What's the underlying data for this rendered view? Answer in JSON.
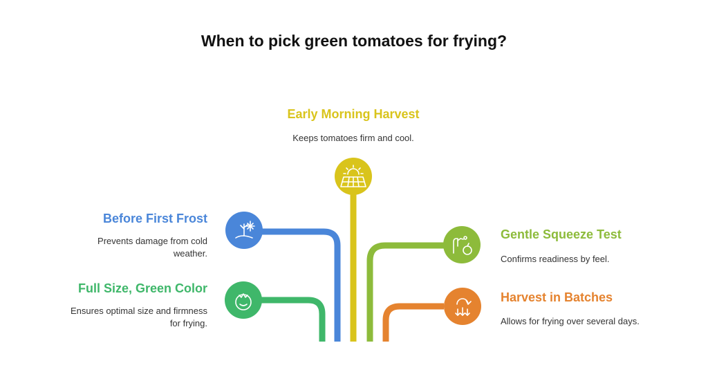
{
  "title": "When to pick green tomatoes for frying?",
  "colors": {
    "yellow": "#D9C41C",
    "blue": "#4A86D9",
    "lime": "#8DBB3B",
    "green": "#3FB76A",
    "orange": "#E5832F"
  },
  "items": {
    "early_morning": {
      "title": "Early Morning Harvest",
      "desc": "Keeps tomatoes firm and cool.",
      "icon": "sunrise-field-icon",
      "color": "#D9C41C"
    },
    "first_frost": {
      "title": "Before First Frost",
      "desc_line1": "Prevents damage from cold",
      "desc_line2": "weather.",
      "icon": "frost-plant-icon",
      "color": "#4A86D9"
    },
    "full_size": {
      "title": "Full Size, Green Color",
      "desc_line1": "Ensures optimal size and firmness",
      "desc_line2": "for frying.",
      "icon": "tomato-icon",
      "color": "#3FB76A"
    },
    "squeeze_test": {
      "title": "Gentle Squeeze Test",
      "desc": "Confirms readiness by feel.",
      "icon": "hand-fruit-icon",
      "color": "#8DBB3B"
    },
    "batches": {
      "title": "Harvest in Batches",
      "desc": "Allows for frying over several days.",
      "icon": "recycle-harvest-icon",
      "color": "#E5832F"
    }
  }
}
